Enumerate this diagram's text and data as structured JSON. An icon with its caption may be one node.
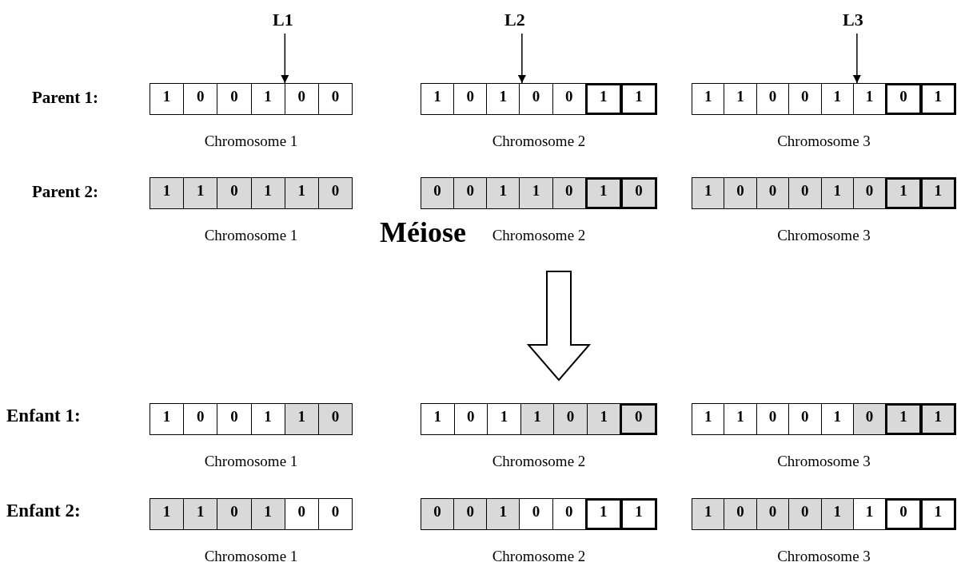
{
  "diagram": {
    "nodes": [
      {
        "text": [
          "L1"
        ]
      },
      {
        "text": [
          "L2"
        ]
      },
      {
        "text": [
          "L3"
        ]
      },
      {
        "text": [],
        "shape": "box",
        "beside": [
          "Chromosome 1"
        ]
      },
      {
        "text": [
          "1"
        ],
        "in": 3
      },
      {
        "text": [
          "0"
        ],
        "in": 3
      },
      {
        "text": [
          "0"
        ],
        "in": 3
      },
      {
        "text": [
          "1"
        ],
        "in": 3
      },
      {
        "text": [
          "0"
        ],
        "in": 3
      },
      {
        "text": [
          "0"
        ],
        "in": 3
      },
      {
        "text": [],
        "shape": "box",
        "beside": [
          "Chromosome 2"
        ]
      },
      {
        "text": [
          "1"
        ],
        "in": 10
      },
      {
        "text": [
          "0"
        ],
        "in": 10
      },
      {
        "text": [
          "1"
        ],
        "in": 10
      },
      {
        "text": [
          "0"
        ],
        "in": 10
      },
      {
        "text": [
          "0"
        ],
        "in": 10
      },
      {
        "text": [
          "1"
        ],
        "in": 10
      },
      {
        "text": [
          "1"
        ],
        "in": 10
      },
      {
        "text": [],
        "shape": "box",
        "beside": [
          "Chromosome 3"
        ]
      },
      {
        "text": [
          "1"
        ],
        "in": 18
      },
      {
        "text": [
          "1"
        ],
        "in": 18
      },
      {
        "text": [
          "0"
        ],
        "in": 18
      },
      {
        "text": [
          "0"
        ],
        "in": 18
      },
      {
        "text": [
          "1"
        ],
        "in": 18
      },
      {
        "text": [
          "1"
        ],
        "in": 18
      },
      {
        "text": [
          "0"
        ],
        "in": 18
      },
      {
        "text": [
          "1"
        ],
        "in": 18
      },
      {
        "text": [],
        "shape": "box",
        "beside": [
          "Chromosome 1"
        ]
      },
      {
        "text": [
          "1"
        ],
        "in": 27
      },
      {
        "text": [
          "1"
        ],
        "in": 27
      },
      {
        "text": [
          "0"
        ],
        "in": 27
      },
      {
        "text": [
          "1"
        ],
        "in": 27
      },
      {
        "text": [
          "1"
        ],
        "in": 27
      },
      {
        "text": [
          "0"
        ],
        "in": 27
      },
      {
        "text": [],
        "shape": "box",
        "beside": [
          "Chromosome 2"
        ]
      },
      {
        "text": [
          "0"
        ],
        "in": 34
      },
      {
        "text": [
          "0"
        ],
        "in": 34
      },
      {
        "text": [
          "1"
        ],
        "in": 34
      },
      {
        "text": [
          "1"
        ],
        "in": 34
      },
      {
        "text": [
          "0"
        ],
        "in": 34
      },
      {
        "text": [
          "1"
        ],
        "in": 34
      },
      {
        "text": [
          "0"
        ],
        "in": 34
      },
      {
        "text": [],
        "shape": "box",
        "beside": [
          "Chromosome 3"
        ]
      },
      {
        "text": [
          "1"
        ],
        "in": 42
      },
      {
        "text": [
          "0"
        ],
        "in": 42
      },
      {
        "text": [
          "0"
        ],
        "in": 42
      },
      {
        "text": [
          "0"
        ],
        "in": 42
      },
      {
        "text": [
          "1"
        ],
        "in": 42
      },
      {
        "text": [
          "0"
        ],
        "in": 42
      },
      {
        "text": [
          "1"
        ],
        "in": 42
      },
      {
        "text": [
          "1"
        ],
        "in": 42
      },
      {
        "text": [],
        "shape": "box",
        "beside": [
          "Chromosome 1"
        ]
      },
      {
        "text": [
          "1"
        ],
        "in": 51
      },
      {
        "text": [
          "0"
        ],
        "in": 51
      },
      {
        "text": [
          "0"
        ],
        "in": 51
      },
      {
        "text": [
          "1"
        ],
        "in": 51
      },
      {
        "text": [
          "1"
        ],
        "in": 51
      },
      {
        "text": [
          "0"
        ],
        "in": 51
      },
      {
        "text": [],
        "shape": "box",
        "beside": [
          "Chromosome 2"
        ]
      },
      {
        "text": [
          "1"
        ],
        "in": 58
      },
      {
        "text": [
          "0"
        ],
        "in": 58
      },
      {
        "text": [
          "1"
        ],
        "in": 58
      },
      {
        "text": [
          "1"
        ],
        "in": 58
      },
      {
        "text": [
          "0"
        ],
        "in": 58
      },
      {
        "text": [
          "1"
        ],
        "in": 58
      },
      {
        "text": [
          "0"
        ],
        "in": 58
      },
      {
        "text": [],
        "shape": "box",
        "beside": [
          "Chromosome 3"
        ]
      },
      {
        "text": [
          "1"
        ],
        "in": 66
      },
      {
        "text": [
          "1"
        ],
        "in": 66
      },
      {
        "text": [
          "0"
        ],
        "in": 66
      },
      {
        "text": [
          "0"
        ],
        "in": 66
      },
      {
        "text": [
          "1"
        ],
        "in": 66
      },
      {
        "text": [
          "0"
        ],
        "in": 66
      },
      {
        "text": [
          "1"
        ],
        "in": 66
      },
      {
        "text": [
          "1"
        ],
        "in": 66
      },
      {
        "text": [],
        "shape": "box",
        "beside": [
          "Chromosome 1"
        ]
      },
      {
        "text": [
          "1"
        ],
        "in": 75
      },
      {
        "text": [
          "1"
        ],
        "in": 75
      },
      {
        "text": [
          "0"
        ],
        "in": 75
      },
      {
        "text": [
          "1"
        ],
        "in": 75
      },
      {
        "text": [
          "0"
        ],
        "in": 75
      },
      {
        "text": [
          "0"
        ],
        "in": 75
      },
      {
        "text": [],
        "shape": "box",
        "beside": [
          "Chromosome 2"
        ]
      },
      {
        "text": [
          "0"
        ],
        "in": 82
      },
      {
        "text": [
          "0"
        ],
        "in": 82
      },
      {
        "text": [
          "1"
        ],
        "in": 82
      },
      {
        "text": [
          "0"
        ],
        "in": 82
      },
      {
        "text": [
          "0"
        ],
        "in": 82
      },
      {
        "text": [
          "1"
        ],
        "in": 82
      },
      {
        "text": [
          "1"
        ],
        "in": 82
      },
      {
        "text": [],
        "shape": "box",
        "beside": [
          "Chromosome 3"
        ]
      },
      {
        "text": [
          "1"
        ],
        "in": 90
      },
      {
        "text": [
          "0"
        ],
        "in": 90
      },
      {
        "text": [
          "0"
        ],
        "in": 90
      },
      {
        "text": [
          "0"
        ],
        "in": 90
      },
      {
        "text": [
          "1"
        ],
        "in": 90
      },
      {
        "text": [
          "1"
        ],
        "in": 90
      },
      {
        "text": [
          "0"
        ],
        "in": 90
      },
      {
        "text": [
          "1"
        ],
        "in": 90
      }
    ],
    "edges": [
      {
        "from": 0,
        "to": 3,
        "arrow": "to"
      },
      {
        "from": 1,
        "to": 10,
        "arrow": "to"
      },
      {
        "from": 2,
        "to": 18,
        "arrow": "to"
      }
    ],
    "labels": [
      "Parent 1:",
      "Parent 2:",
      "Méiose",
      "Enfant 1:",
      "Enfant 2:"
    ]
  }
}
